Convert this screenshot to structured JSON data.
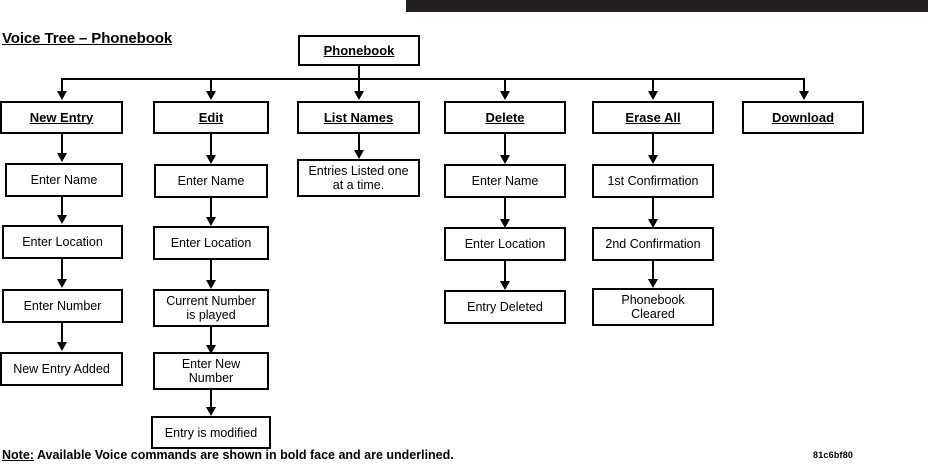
{
  "document": {
    "title": "Voice Tree – Phonebook",
    "footer_note_prefix": "Note:",
    "footer_note_text": " Available Voice commands are shown in bold face and are underlined.",
    "footer_code": "81c6bf80",
    "colors": {
      "ink": "#000000",
      "paper": "#ffffff",
      "top_bar": "#231f20"
    }
  },
  "tree": {
    "root": {
      "label": "Phonebook"
    },
    "branches": [
      {
        "command": "New Entry",
        "steps": [
          {
            "label": "Enter Name"
          },
          {
            "label": "Enter Location"
          },
          {
            "label": "Enter Number"
          },
          {
            "label": "New Entry Added"
          }
        ]
      },
      {
        "command": "Edit",
        "steps": [
          {
            "label": "Enter Name"
          },
          {
            "label": "Enter Location"
          },
          {
            "label": "Current Number\nis played"
          },
          {
            "label": "Enter New\nNumber"
          },
          {
            "label": "Entry is modified"
          }
        ]
      },
      {
        "command": "List Names",
        "steps": [
          {
            "label": "Entries Listed one\nat a time."
          }
        ]
      },
      {
        "command": "Delete",
        "steps": [
          {
            "label": "Enter Name"
          },
          {
            "label": "Enter Location"
          },
          {
            "label": "Entry Deleted"
          }
        ]
      },
      {
        "command": "Erase All",
        "steps": [
          {
            "label": "1st Confirmation"
          },
          {
            "label": "2nd Confirmation"
          },
          {
            "label": "Phonebook\nCleared"
          }
        ]
      },
      {
        "command": "Download",
        "steps": []
      }
    ]
  }
}
